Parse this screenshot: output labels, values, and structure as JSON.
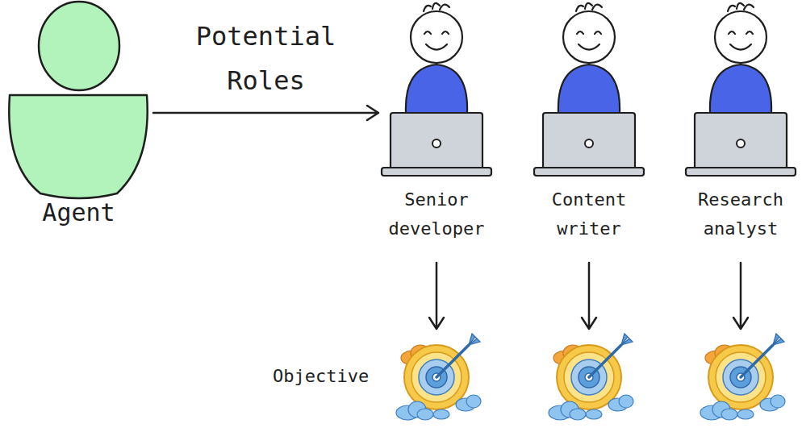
{
  "diagram": {
    "nodes": [
      {
        "text": [
          "Agent"
        ]
      },
      {
        "text": [
          "Senior developer"
        ]
      },
      {
        "text": [
          "Content writer"
        ]
      },
      {
        "text": [
          "Research analyst"
        ]
      }
    ],
    "edges": [
      {
        "from": 0,
        "to": 1,
        "arrow": "to",
        "label": "Potential Roles"
      }
    ],
    "labels": [
      "Objective"
    ]
  }
}
